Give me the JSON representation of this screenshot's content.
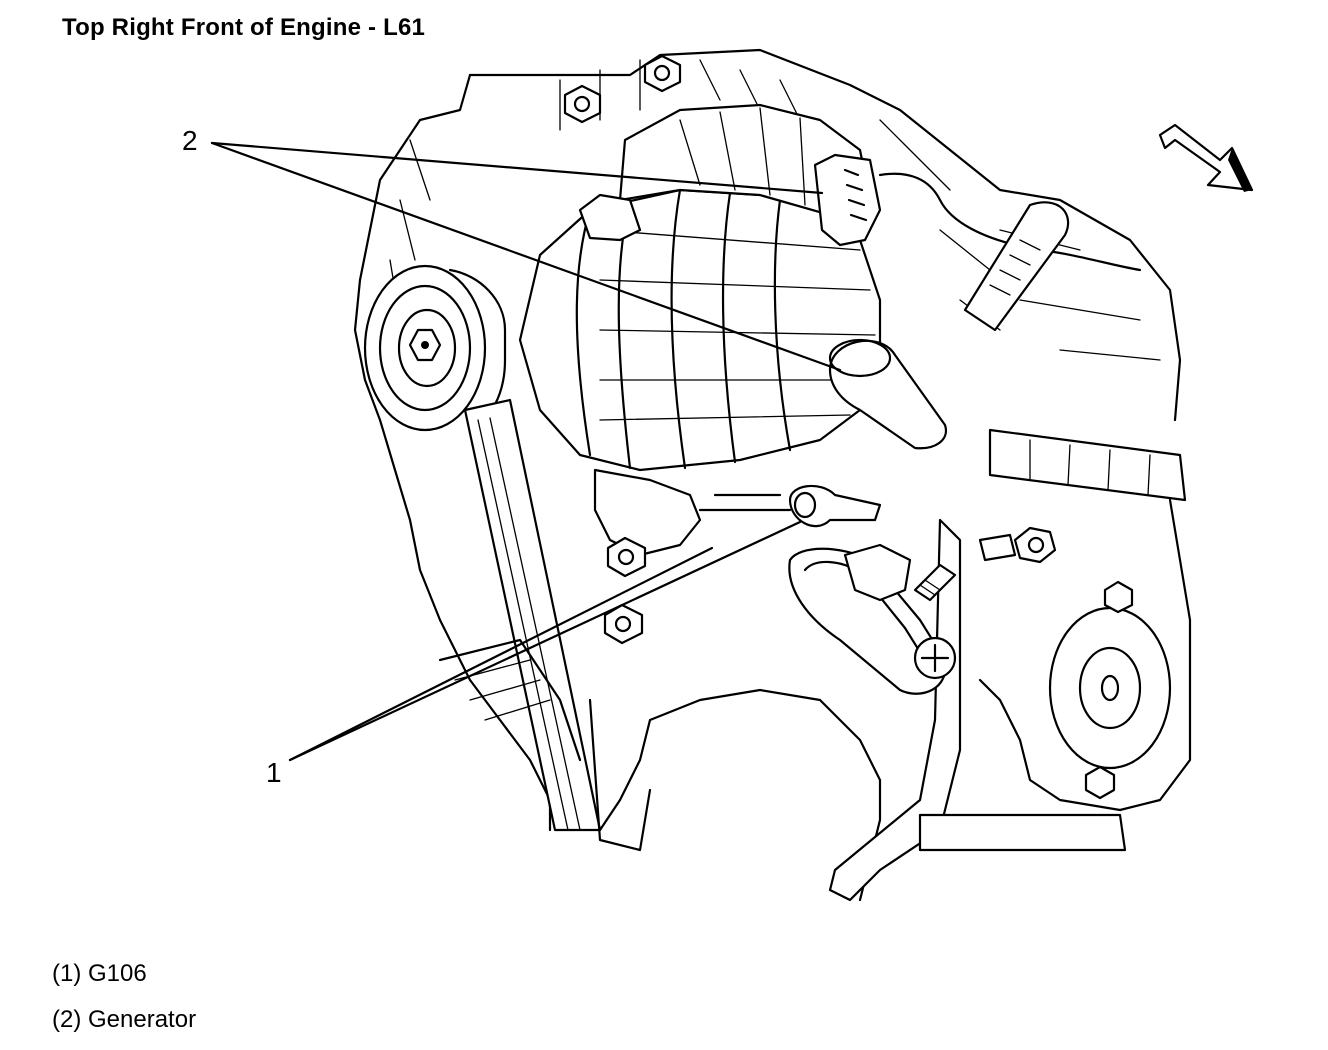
{
  "title": "Top Right Front of Engine - L61",
  "callouts": {
    "one": "1",
    "two": "2"
  },
  "legend": {
    "item1": "(1) G106",
    "item2": "(2) Generator"
  },
  "icons": {
    "direction": "forward-arrow-icon"
  }
}
